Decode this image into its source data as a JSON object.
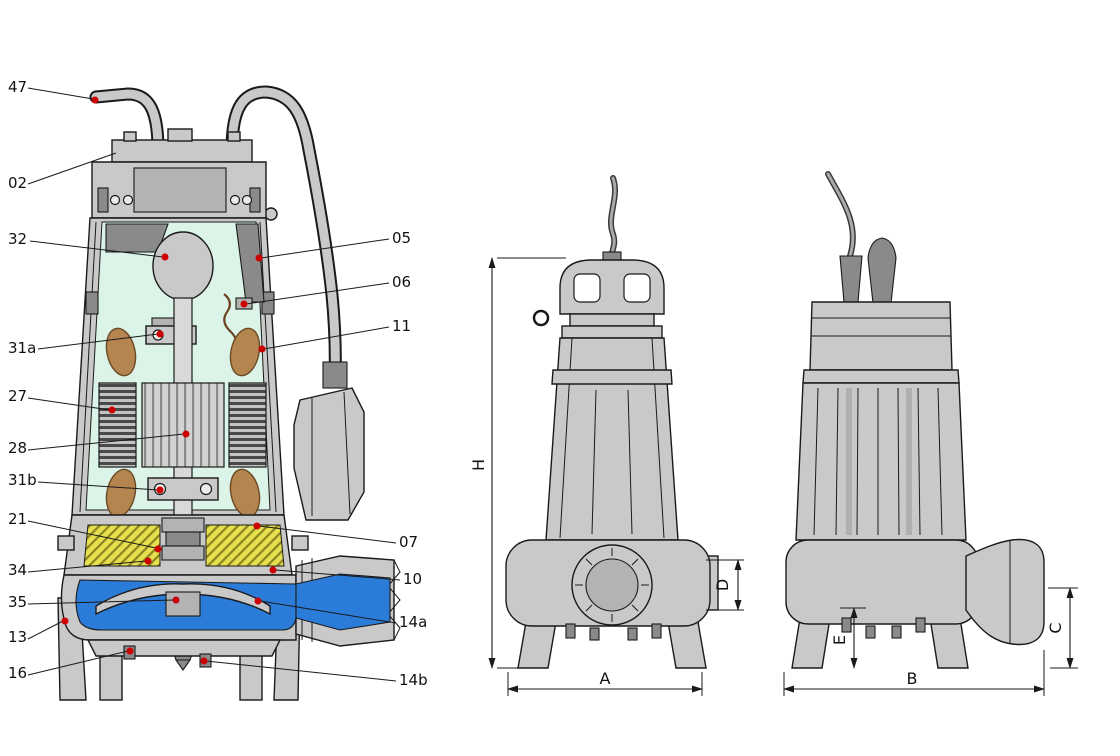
{
  "callouts": {
    "c47": "47",
    "c02": "02",
    "c32": "32",
    "c31a": "31a",
    "c27": "27",
    "c28": "28",
    "c31b": "31b",
    "c21": "21",
    "c34": "34",
    "c35": "35",
    "c13": "13",
    "c16": "16",
    "c05": "05",
    "c06": "06",
    "c11": "11",
    "c07": "07",
    "c10": "10",
    "c14a": "14a",
    "c14b": "14b"
  },
  "dimensions": {
    "H": "H",
    "A": "A",
    "D": "D",
    "E": "E",
    "B": "B",
    "C": "C"
  },
  "colors": {
    "casting_gray": "#c9c9c9",
    "interior_green": "#dbf4e7",
    "winding_copper": "#b5854f",
    "oil_yellow": "#e6df4e",
    "water_blue": "#2b7cd9",
    "marker_red": "#cc0000",
    "line_black": "#1a1a1a",
    "background": "#ffffff"
  }
}
